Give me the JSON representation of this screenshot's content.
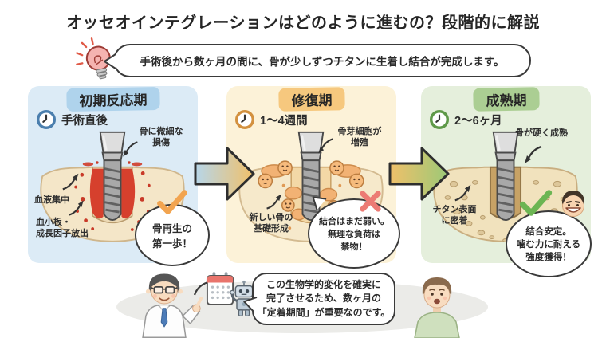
{
  "title": "オッセオインテグレーションはどのように進むの？段階的に解説",
  "tip": {
    "icon": "lightbulb-icon",
    "text": "手術後から数ヶ月の間に、骨が少しずつチタンに生着し結合が完成します。"
  },
  "phases": [
    {
      "name": "初期反応期",
      "timing": "手術直後",
      "bg_color": "#dcebf6",
      "theme_color": "#afd3ec",
      "annotations": {
        "top": "骨に微細な\n損傷",
        "left": "血液集中",
        "bottom": "血小板・\n成長因子放出"
      },
      "callout": {
        "icon": "check-icon",
        "icon_color": "#f2a44f",
        "text": "骨再生の\n第一歩！"
      }
    },
    {
      "name": "修復期",
      "timing": "1〜4週間",
      "bg_color": "#fcf2d8",
      "theme_color": "#f6c87e",
      "annotations": {
        "top": "骨芽細胞が\n増殖",
        "bottom": "新しい骨の\n基礎形成"
      },
      "callout": {
        "icon": "cross-icon",
        "icon_color": "#ec7b74",
        "text": "結合はまだ弱い。\n無理な負荷は\n禁物！"
      }
    },
    {
      "name": "成熟期",
      "timing": "2〜6ヶ月",
      "bg_color": "#e5efdc",
      "theme_color": "#abce93",
      "annotations": {
        "top": "骨が硬く成熟",
        "bottom": "チタン表面\nに密着"
      },
      "callout": {
        "icon": "check-icon",
        "icon_color": "#6cb553",
        "text": "結合安定。\n噛む力に耐える\n強度獲得！"
      }
    }
  ],
  "footer": {
    "dialogue": "この生物学的変化を確実に\n完了させるため、数ヶ月の\n「定着期間」が重要なのです。"
  }
}
